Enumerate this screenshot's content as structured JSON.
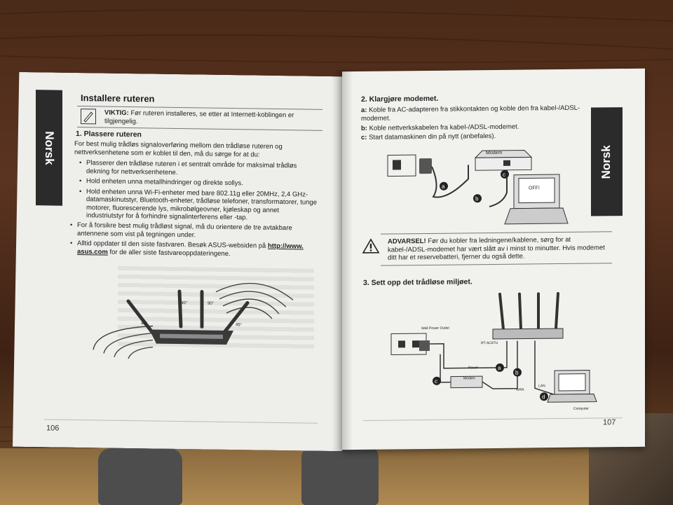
{
  "left_page": {
    "tab": "Norsk",
    "title": "Installere ruteren",
    "note_label": "VIKTIG:",
    "note_text": "Før ruteren installeres, se etter at Internett-koblingen er tilgjengelig.",
    "section1_title": "1.   Plassere ruteren",
    "intro": "For best mulig trådløs signaloverføring mellom den trådløse ruteren og nettverksenhetene som er koblet til den, må du sørge for at du:",
    "bullets_sub": [
      "Plasserer den trådløse ruteren i et sentralt område for maksimal trådløs dekning for nettverksenhetene.",
      "Hold enheten unna metallhindringer og direkte sollys.",
      "Hold enheten unna Wi-Fi-enheter med bare 802.11g eller 20MHz, 2,4 GHz-datamaskinutstyr, Bluetooth-enheter, trådløse telefoner, transformatorer, tunge motorer, fluorescerende lys, mikrobølgeovner, kjøleskap og annet industriutstyr for å forhindre signalinterferens eller -tap."
    ],
    "bullets_main": [
      "For å forsikre best mulig trådløst signal, må du orientere de tre avtakbare antennene som vist på tegningen under.",
      "Alltid oppdater til den siste fastvaren. Besøk ASUS-websiden på "
    ],
    "link1": "http://www.",
    "link2": "asus.com",
    "link_tail": " for de aller siste fastvareoppdateringene.",
    "angle_labels": [
      "45°",
      "90°",
      "90°",
      "45°"
    ],
    "page_number": "106"
  },
  "right_page": {
    "tab": "Norsk",
    "section2_title": "2.   Klargjøre modemet.",
    "steps": [
      {
        "letter": "a:",
        "text": "Koble fra AC-adapteren fra stikkontakten og koble den fra kabel-/ADSL-modemet."
      },
      {
        "letter": "b:",
        "text": "Koble nettverkskabelen fra kabel-/ADSL-modemet."
      },
      {
        "letter": "c:",
        "text": "Start datamaskinen din på nytt (anbefales)."
      }
    ],
    "modem_label": "Modem",
    "off_label": "OFF!",
    "warning_label": "ADVARSEL!",
    "warning_text": "Før du kobler fra ledningene/kablene, sørg for at kabel-/ADSL-modemet har vært slått av i minst to minutter. Hvis modemet ditt har et reservebatteri, fjerner du også dette.",
    "section3_title": "3.   Sett opp det trådløse miljøet.",
    "diagram_labels": {
      "wall": "Wall Power Outlet",
      "router": "RT-AC87U",
      "power": "Power",
      "modem": "Modem",
      "wan": "WAN",
      "lan": "LAN",
      "computer": "Computer"
    },
    "markers": [
      "a",
      "b",
      "c",
      "d"
    ],
    "page_number": "107"
  },
  "colors": {
    "page": "#eeeeeb",
    "tab": "#2b2b2b",
    "table_wood": "#4a2a18"
  }
}
